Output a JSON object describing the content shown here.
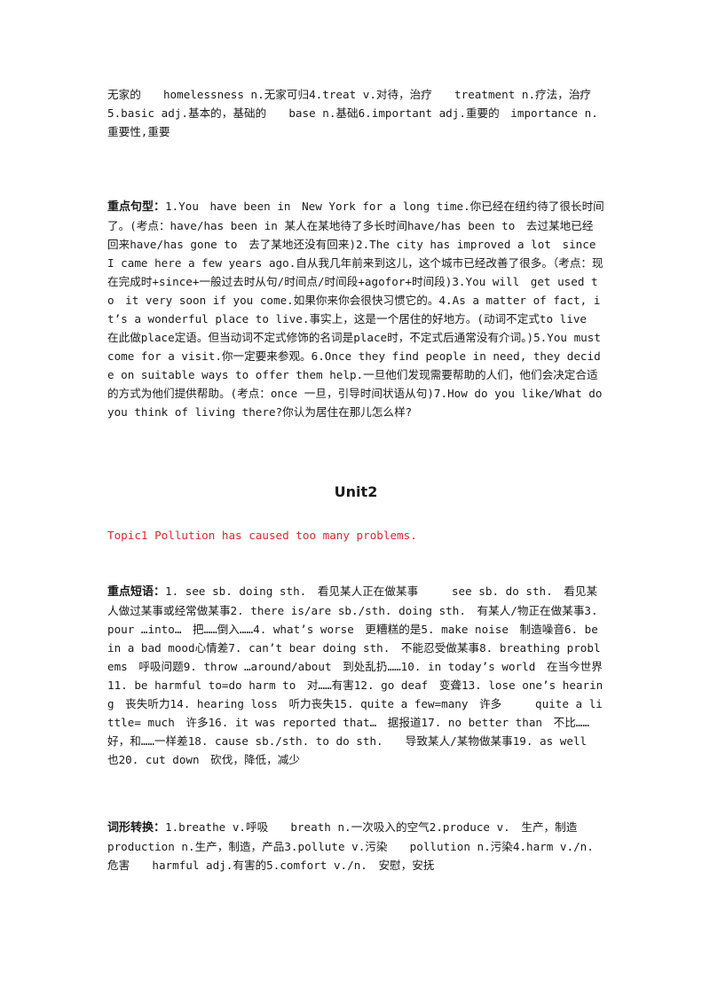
{
  "section1": {
    "text": "无家的　　homelessness n.无家可归4.treat v.对待，治疗　　treatment n.疗法，治疗5.basic adj.基本的，基础的　　base n.基础6.important adj.重要的　importance n.重要性,重要"
  },
  "section2": {
    "label": "重点句型：",
    "text": "1.You　have been in　New York for a long time.你已经在纽约待了很长时间了。(考点：have/has been in 某人在某地待了多长时间have/has been to　去过某地已经回来have/has gone to　去了某地还没有回来)2.The city has improved a lot　since　I came here a few years ago.自从我几年前来到这儿，这个城市已经改善了很多。（考点：现在完成时+since+一般过去时从句/时间点/时间段+agofor+时间段)3.You will　get used to　it very soon if you come.如果你来你会很快习惯它的。4.As a matter of fact, it’s a wonderful place to live.事实上，这是一个居住的好地方。(动词不定式to live 在此做place定语。但当动词不定式修饰的名词是place时，不定式后通常没有介词。)5.You must come for a visit.你一定要来参观。6.Once they find people in need, they decide on suitable ways to offer them help.一旦他们发现需要帮助的人们，他们会决定合适的方式为他们提供帮助。(考点：once 一旦，引导时间状语从句)7.How do you like/What do you think of living there?你认为居住在那儿怎么样?"
  },
  "unit_title": "Unit2",
  "topic_title": "Topic1 Pollution has caused too many problems.",
  "section3": {
    "label": "重点短语：",
    "text": "1. see sb. doing sth.　看见某人正在做某事　　　see sb. do sth.　看见某人做过某事或经常做某事2. there is/are sb./sth. doing sth.　有某人/物正在做某事3. pour …into…　把……倒入……4. what’s worse　更糟糕的是5. make noise　制造噪音6. be in a bad mood心情差7. can’t bear doing sth.　不能忍受做某事8. breathing problems　呼吸问题9. throw …around/about　到处乱扔……10. in today’s world　在当今世界11. be harmful to=do harm to　对……有害12. go deaf　变聋13. lose one’s hearing　丧失听力14. hearing loss　听力丧失15. quite a few=many　许多　　　quite a little= much　许多16. it was reported that…　据报道17. no better than　不比……好，和……一样差18. cause sb./sth. to do sth.　　导致某人/某物做某事19. as well　也20. cut down　砍伐，降低，减少"
  },
  "section4": {
    "label": "词形转换：",
    "text": "1.breathe v.呼吸　　breath n.一次吸入的空气2.produce v.　生产，制造　　production n.生产，制造，产品3.pollute v.污染　　pollution n.污染4.harm v./n.　危害　　harmful adj.有害的5.comfort v./n.　安慰，安抚"
  }
}
